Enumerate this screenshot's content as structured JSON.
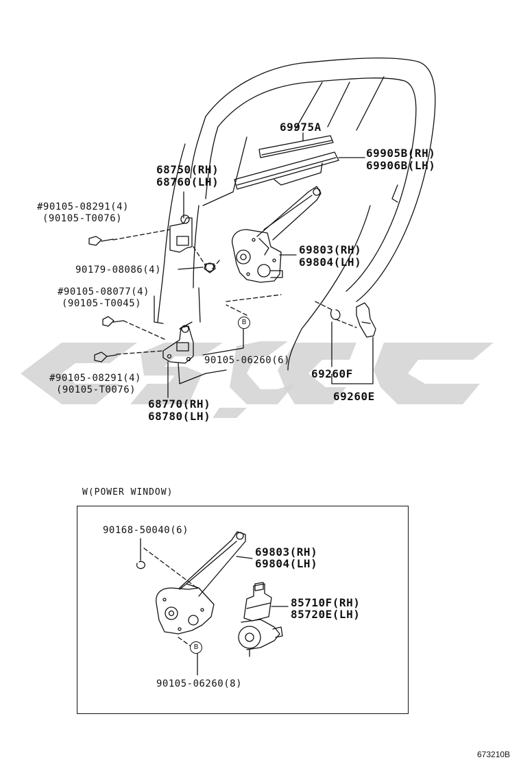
{
  "labels": {
    "p69975A": "69975A",
    "p69905B": "69905B(RH)",
    "p69906B": "69906B(LH)",
    "p68750": "68750(RH)",
    "p68760": "68760(LH)",
    "b90105_08291_a": "#90105-08291(4)",
    "b90105_T0076_a": "(90105-T0076)",
    "p90179": "90179-08086(4)",
    "p69803_top": "69803(RH)",
    "p69804_top": "69804(LH)",
    "b90105_08077": "#90105-08077(4)",
    "b90105_T0045": "(90105-T0045)",
    "p90105_06260_6": "90105-06260(6)",
    "b90105_08291_b": "#90105-08291(4)",
    "b90105_T0076_b": "(90105-T0076)",
    "p68770": "68770(RH)",
    "p68780": "68780(LH)",
    "p69260F": "69260F",
    "p69260E": "69260E",
    "p90168": "90168-50040(6)",
    "p69803_pw": "69803(RH)",
    "p69804_pw": "69804(LH)",
    "p85710F": "85710F(RH)",
    "p85720E": "85720E(LH)",
    "p90105_06260_8": "90105-06260(8)"
  },
  "callout_B": "B",
  "power_window_caption": "W(POWER WINDOW)",
  "figure_number": "673210B",
  "colors": {
    "line": "#111111",
    "watermark": "#d2d2d2"
  }
}
